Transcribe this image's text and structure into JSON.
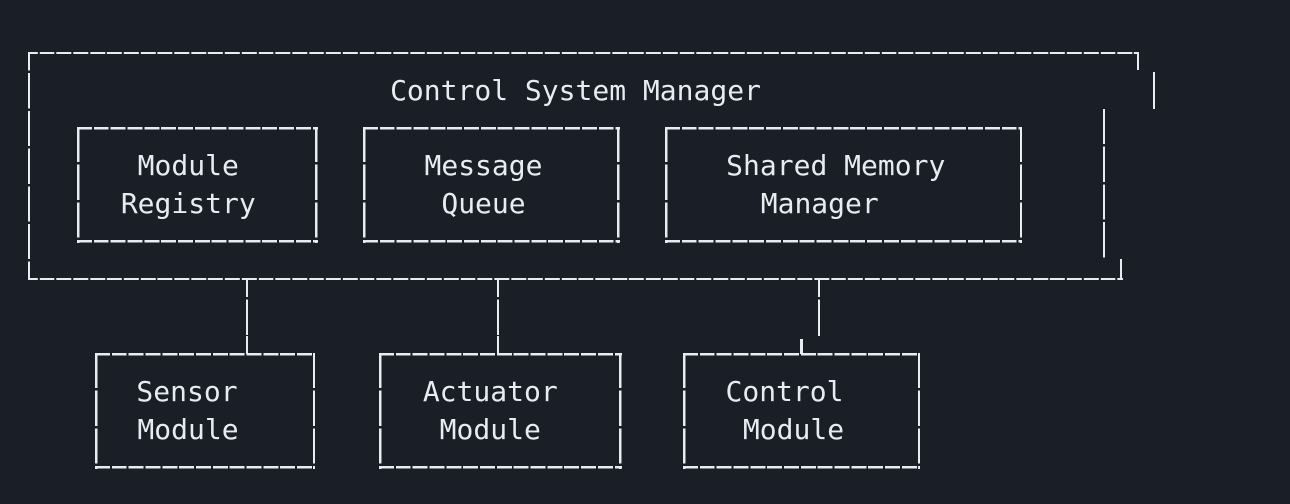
{
  "colors": {
    "background": "#1a1f27",
    "foreground": "#e8ebef"
  },
  "manager": {
    "title": "Control System Manager",
    "components": [
      {
        "line1": "Module",
        "line2": "Registry"
      },
      {
        "line1": "Message",
        "line2": "Queue"
      },
      {
        "line1": "Shared Memory",
        "line2": "Manager"
      }
    ]
  },
  "modules": [
    {
      "line1": "Sensor",
      "line2": "Module"
    },
    {
      "line1": "Actuator",
      "line2": "Module"
    },
    {
      "line1": "Control",
      "line2": "Module"
    }
  ]
}
